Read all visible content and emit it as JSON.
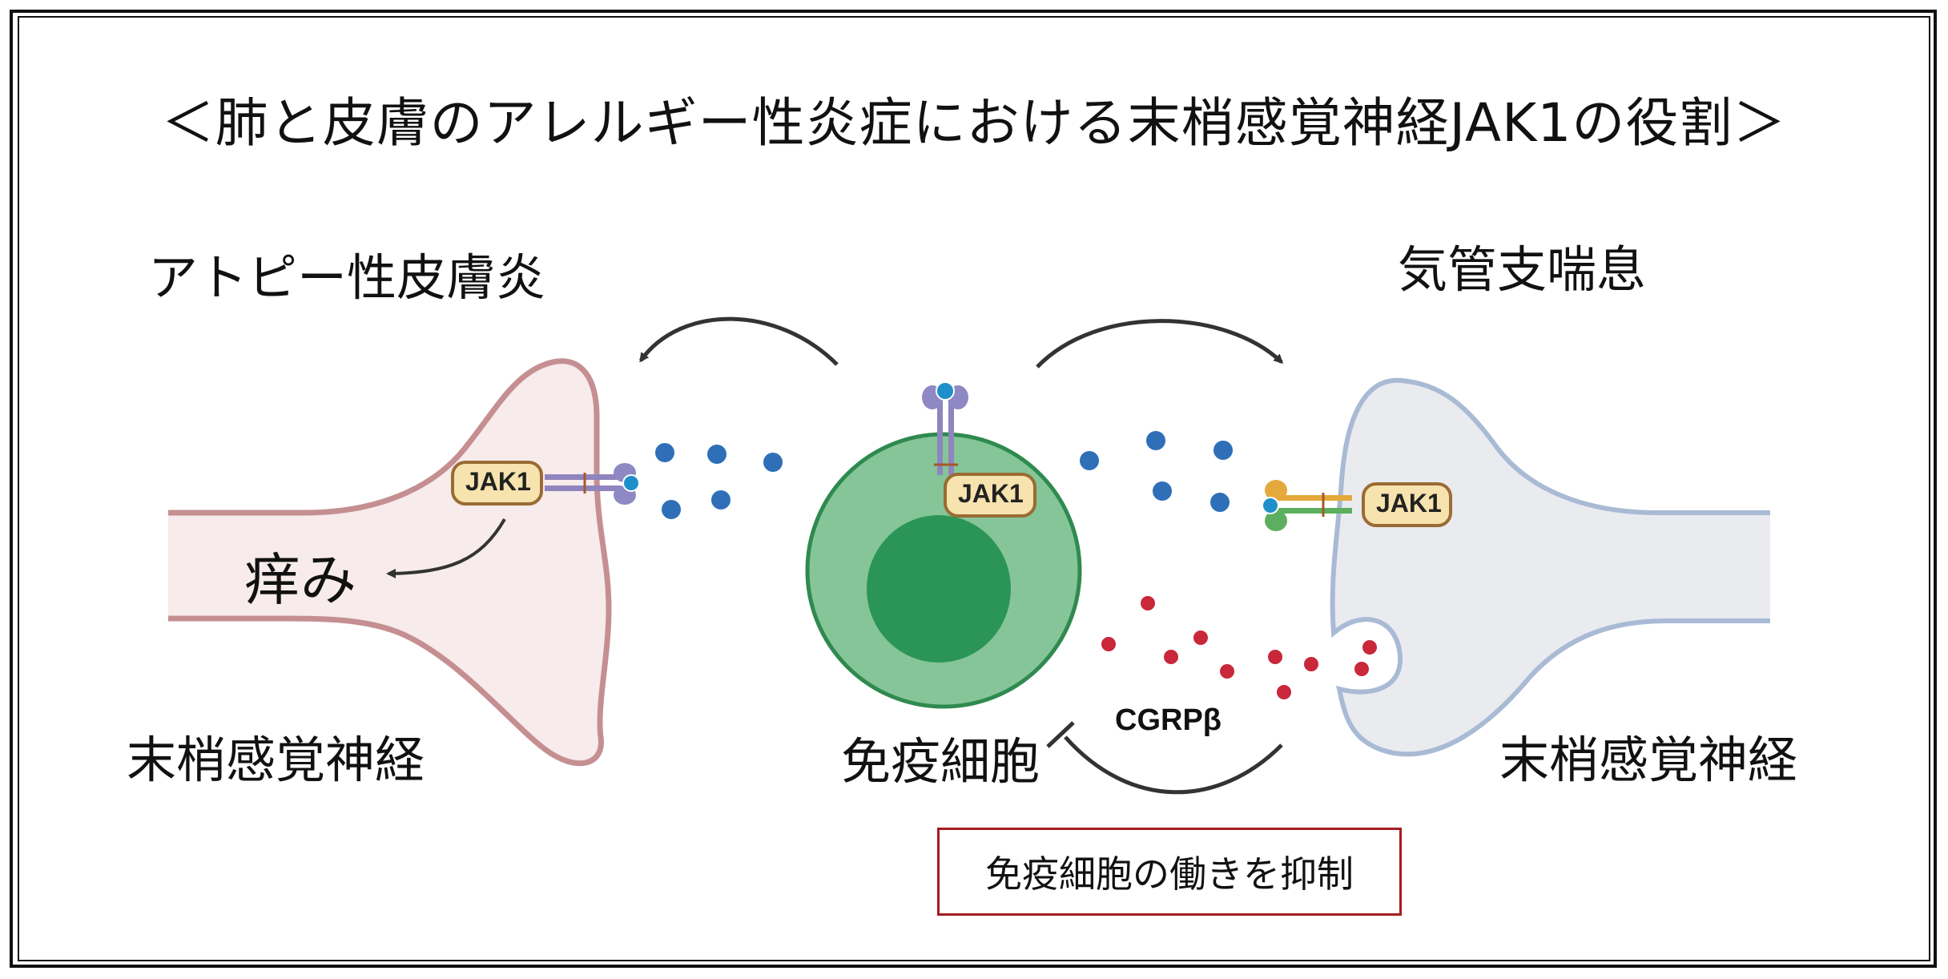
{
  "title": "＜肺と皮膚のアレルギー性炎症における末梢感覚神経JAK1の役割＞",
  "diseases": {
    "left": "アトピー性皮膚炎",
    "right": "気管支喘息"
  },
  "nerve_labels": {
    "left": "末梢感覚神経",
    "right": "末梢感覚神経"
  },
  "immune_cell_label": "免疫細胞",
  "itch_label": "痒み",
  "jak_labels": {
    "left": "JAK1",
    "center": "JAK1",
    "right": "JAK1"
  },
  "mediator_label": "CGRPβ",
  "inhibition_label": "免疫細胞の働きを抑制",
  "colors": {
    "left_nerve_fill": "#f7ebec",
    "left_nerve_stroke": "#c58f92",
    "right_nerve_fill": "#e9ebef",
    "right_nerve_stroke": "#a9bad5",
    "cell_outer": "#85c598",
    "cell_nucleus": "#2b9557",
    "cytokine_dot": "#2e6fb8",
    "cgrp_dot": "#c8283a",
    "jak_fill": "#f6e3ad",
    "inhibition_box_border": "#a41c22"
  }
}
